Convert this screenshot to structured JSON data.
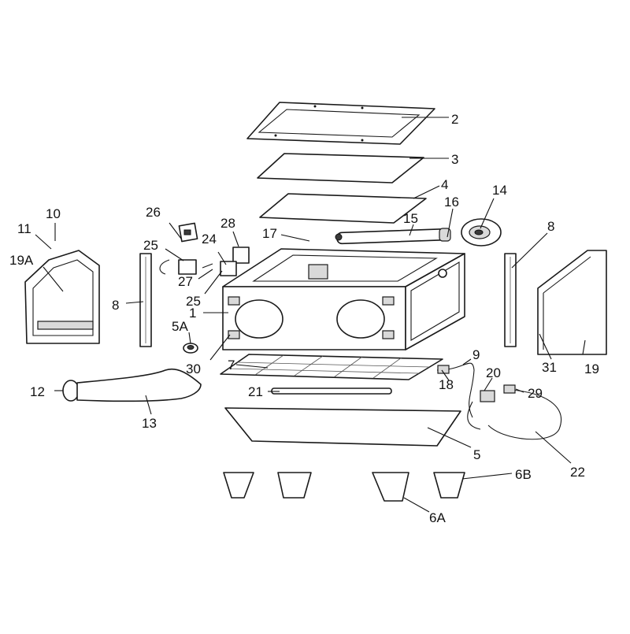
{
  "callouts": [
    {
      "id": "c-1",
      "text": "1"
    },
    {
      "id": "c-2",
      "text": "2"
    },
    {
      "id": "c-3",
      "text": "3"
    },
    {
      "id": "c-4",
      "text": "4"
    },
    {
      "id": "c-5",
      "text": "5"
    },
    {
      "id": "c-5a",
      "text": "5A"
    },
    {
      "id": "c-6a",
      "text": "6A"
    },
    {
      "id": "c-6b",
      "text": "6B"
    },
    {
      "id": "c-7",
      "text": "7"
    },
    {
      "id": "c-8l",
      "text": "8"
    },
    {
      "id": "c-8r",
      "text": "8"
    },
    {
      "id": "c-9",
      "text": "9"
    },
    {
      "id": "c-10",
      "text": "10"
    },
    {
      "id": "c-11",
      "text": "11"
    },
    {
      "id": "c-12",
      "text": "12"
    },
    {
      "id": "c-13",
      "text": "13"
    },
    {
      "id": "c-14",
      "text": "14"
    },
    {
      "id": "c-15",
      "text": "15"
    },
    {
      "id": "c-16",
      "text": "16"
    },
    {
      "id": "c-17",
      "text": "17"
    },
    {
      "id": "c-18",
      "text": "18"
    },
    {
      "id": "c-19",
      "text": "19"
    },
    {
      "id": "c-19a",
      "text": "19A"
    },
    {
      "id": "c-20",
      "text": "20"
    },
    {
      "id": "c-21",
      "text": "21"
    },
    {
      "id": "c-22",
      "text": "22"
    },
    {
      "id": "c-24",
      "text": "24"
    },
    {
      "id": "c-25a",
      "text": "25"
    },
    {
      "id": "c-25b",
      "text": "25"
    },
    {
      "id": "c-26",
      "text": "26"
    },
    {
      "id": "c-27",
      "text": "27"
    },
    {
      "id": "c-28",
      "text": "28"
    },
    {
      "id": "c-29",
      "text": "29"
    },
    {
      "id": "c-30",
      "text": "30"
    },
    {
      "id": "c-31",
      "text": "31"
    }
  ]
}
